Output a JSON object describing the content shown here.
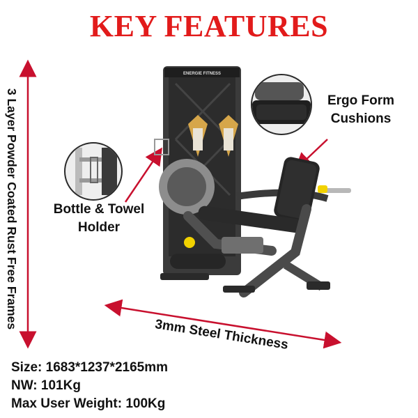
{
  "title": "KEY FEATURES",
  "vertical_feature": "3 Layer Powder Coated Rust Free Frames",
  "features": {
    "ergo_line1": "Ergo Form",
    "ergo_line2": "Cushions",
    "bottle_line1": "Bottle & Towel",
    "bottle_line2": "Holder",
    "steel": "3mm Steel Thickness"
  },
  "machine_brand": "ENERGIE FITNESS",
  "specs": {
    "size": "Size: 1683*1237*2165mm",
    "nw": "NW: 101Kg",
    "max_weight": "Max User Weight: 100Kg"
  },
  "colors": {
    "title": "#e21b1b",
    "arrow": "#c8102e",
    "frame": "#3a3a3a",
    "accent": "#f2d200"
  }
}
